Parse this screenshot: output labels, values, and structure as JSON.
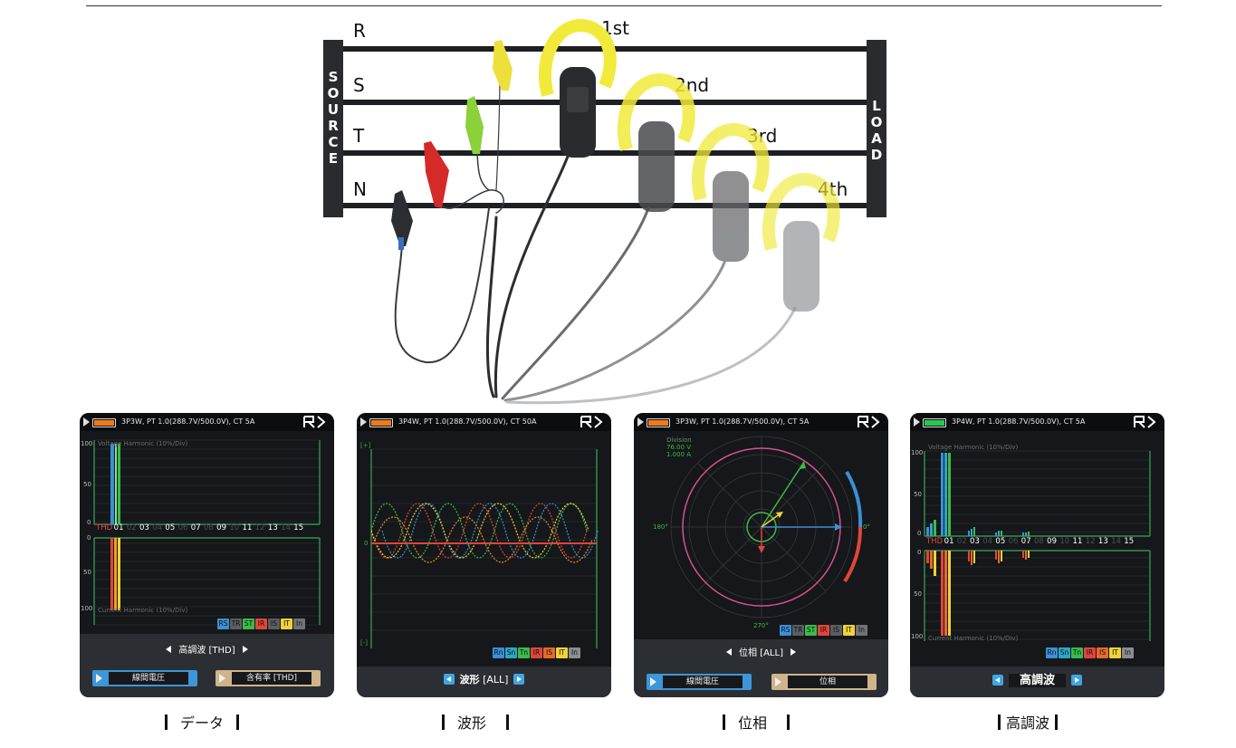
{
  "diagram": {
    "lines": [
      "R",
      "S",
      "T",
      "N"
    ],
    "source_label": [
      "S",
      "O",
      "U",
      "R",
      "C",
      "E"
    ],
    "load_label": [
      "L",
      "O",
      "A",
      "D"
    ],
    "clamps": [
      "1st",
      "2nd",
      "3rd",
      "4th"
    ]
  },
  "screens": [
    {
      "status": "3P3W, PT 1.0(288.7V/500.0V), CT 5A",
      "upper_title": "Voltage Harmonic (10%/Div)",
      "lower_title": "Current Harmonic (10%/Div)",
      "y_ticks_upper": [
        "100",
        "50",
        "0"
      ],
      "y_ticks_lower": [
        "0",
        "50",
        "100"
      ],
      "harmonics": [
        "THD",
        "01",
        "02",
        "03",
        "04",
        "05",
        "06",
        "07",
        "08",
        "09",
        "10",
        "11",
        "12",
        "13",
        "14",
        "15"
      ],
      "chips": [
        "RS",
        "TR",
        "ST",
        "IR",
        "IS",
        "IT",
        "In"
      ],
      "selector": "高調波 [THD]",
      "btn1": "線間電圧",
      "btn2": "含有率 [THD]",
      "caption": "データ"
    },
    {
      "status": "3P4W, PT 1.0(288.7V/500.0V), CT 50A",
      "y_top": "[+]",
      "y_mid": "0",
      "y_bot": "[-]",
      "chips": [
        "Rn",
        "Sn",
        "Tn",
        "IR",
        "IS",
        "IT",
        "In"
      ],
      "selector_main": "波形",
      "selector_sub": "[ALL]",
      "caption": "波形"
    },
    {
      "status": "3P3W, PT 1.0(288.7V/500.0V), CT 5A",
      "division_label": "Division",
      "division_v": "76.00 V",
      "division_a": "1.000 A",
      "deg_left": "180°",
      "deg_right": "0°",
      "deg_bottom": "270°",
      "chips": [
        "RS",
        "TR",
        "ST",
        "IR",
        "IS",
        "IT",
        "In"
      ],
      "selector": "位相 [ALL]",
      "btn1": "線間電圧",
      "btn2": "位相",
      "caption": "位相"
    },
    {
      "status": "3P4W, PT 1.0(288.7V/500.0V), CT 5A",
      "upper_title": "Voltage Harmonic (10%/Div)",
      "lower_title": "Current Harmonic (10%/Div)",
      "y_ticks_upper": [
        "100",
        "50",
        "0"
      ],
      "y_ticks_lower": [
        "0",
        "50",
        "100"
      ],
      "harmonics": [
        "THD",
        "01",
        "02",
        "03",
        "04",
        "05",
        "06",
        "07",
        "08",
        "09",
        "10",
        "11",
        "12",
        "13",
        "14",
        "15"
      ],
      "chips": [
        "Rn",
        "Sn",
        "Tn",
        "IR",
        "IS",
        "IT",
        "In"
      ],
      "selector": "高調波",
      "caption": "高調波"
    }
  ],
  "colors": {
    "chip_colors": [
      "#3c8fd6",
      "#5a5d62",
      "#3cba4a",
      "#e0453b",
      "#5a5d62",
      "#f2d23a",
      "#707377"
    ],
    "chip_colors_n": [
      "#3c8fd6",
      "#2aa7c8",
      "#3cba4a",
      "#e0453b",
      "#e86a2a",
      "#f2d23a",
      "#8a8d91"
    ],
    "clamp_yellow": "#f1ea3a",
    "grid_green": "#3aa85a"
  }
}
